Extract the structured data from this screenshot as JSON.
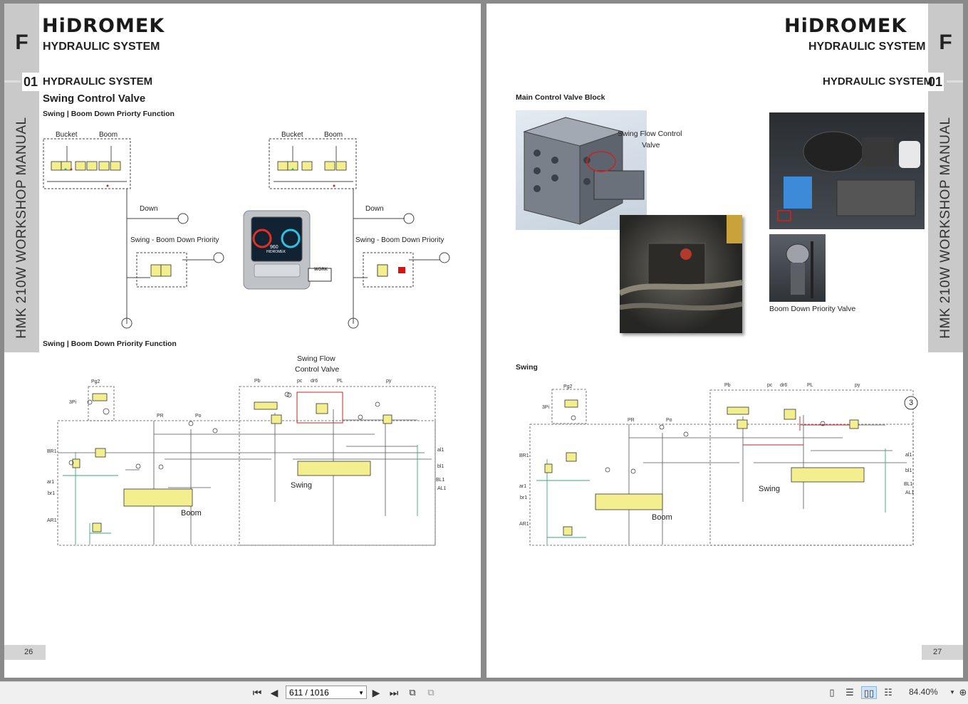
{
  "left_page": {
    "brand": "HiDROMEK",
    "header": "HYDRAULIC SYSTEM",
    "side_letter": "F",
    "side_text": "HMK 210W WORKSHOP MANUAL",
    "section_num": "01",
    "section_title": "HYDRAULIC SYSTEM",
    "subtitle": "Swing Control Valve",
    "fig1_caption": "Swing | Boom Down Priorty Function",
    "fig1_labels": {
      "bucket": "Bucket",
      "boom": "Boom",
      "down": "Down",
      "priority": "Swing - Boom Down Priority",
      "display_rpm": "960",
      "display_brand": "HIDROMEK",
      "work_mode": "WORK"
    },
    "fig2_caption": "Swing | Boom Down Priority Function",
    "fig2_labels": {
      "swing_flow_1": "Swing Flow",
      "swing_flow_2": "Control Valve",
      "pg2": "Pg2",
      "3pi": "3Pi",
      "pr": "PR",
      "po": "Po",
      "pb": "Pb",
      "pc": "pc",
      "dr6": "dr6",
      "pl": "PL",
      "py": "py",
      "br1_up": "BR1",
      "ar1": "ar1",
      "br1": "br1",
      "ar1_up": "AR1",
      "al1": "al1",
      "bl1": "bl1",
      "bl1_up": "BL1",
      "al1_up": "AL1",
      "swing": "Swing",
      "boom": "Boom"
    },
    "page_number": "26"
  },
  "right_page": {
    "brand": "HiDROMEK",
    "header": "HYDRAULIC SYSTEM",
    "side_letter": "F",
    "side_text": "HMK 210W WORKSHOP MANUAL",
    "section_num": "01",
    "section_title": "HYDRAULIC SYSTEM",
    "caption_block": "Main Control Valve Block",
    "callout_1": "Swing Flow Control",
    "callout_2": "Valve",
    "caption_priority": "Boom Down Priority Valve",
    "caption_swing": "Swing",
    "circle_num": "3",
    "page_number": "27"
  },
  "toolbar": {
    "page_field": "611 / 1016",
    "zoom": "84.40%"
  },
  "colors": {
    "page_bg": "#ffffff",
    "viewer_bg": "#8a8a8a",
    "sidebar": "#c9c9c9",
    "valve_yellow": "#f3ef8f",
    "line_green": "#3aa77a",
    "line_red": "#c0202c"
  }
}
